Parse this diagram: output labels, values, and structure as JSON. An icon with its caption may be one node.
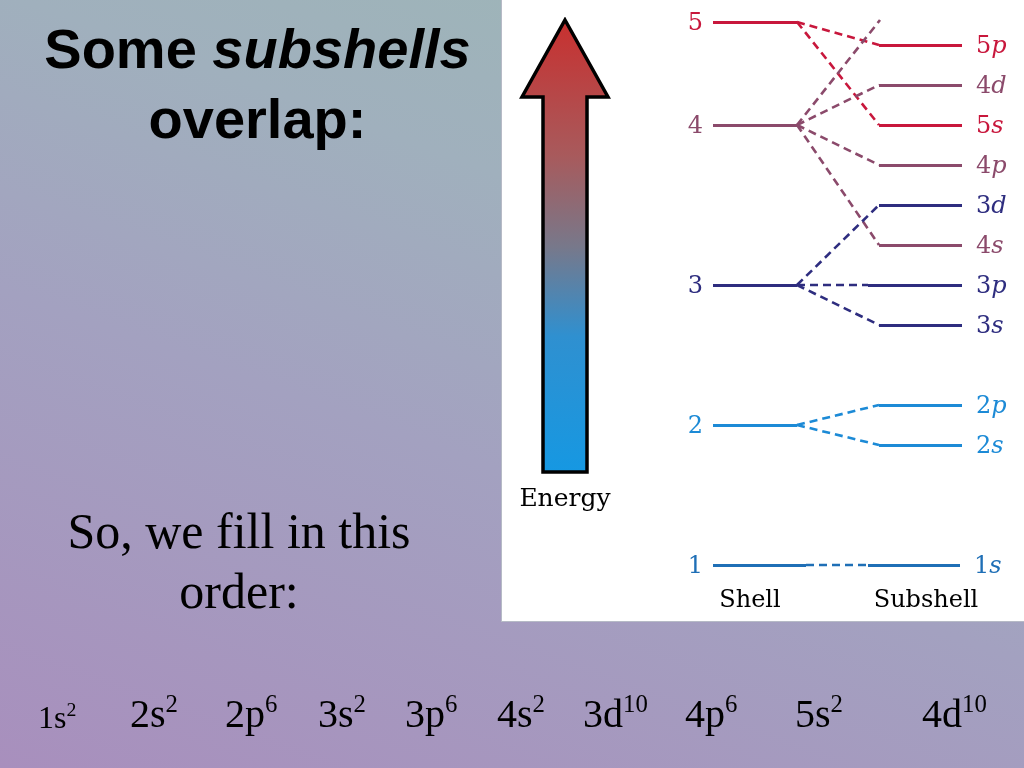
{
  "diagram": {
    "title": "Some *subshells* overlap:",
    "nodes": [
      {
        "text": [],
        "shape": "bar",
        "beside": [
          "5"
        ]
      },
      {
        "text": [],
        "shape": "bar",
        "beside": [
          "5p"
        ]
      },
      {
        "text": [],
        "shape": "bar",
        "beside": [
          "4d"
        ]
      },
      {
        "text": [],
        "shape": "bar",
        "beside": [
          "4"
        ]
      },
      {
        "text": [],
        "shape": "bar",
        "beside": [
          "5s"
        ]
      },
      {
        "text": [],
        "shape": "bar",
        "beside": [
          "4p"
        ]
      },
      {
        "text": [],
        "shape": "bar",
        "beside": [
          "3d"
        ]
      },
      {
        "text": [],
        "shape": "bar",
        "beside": [
          "4s"
        ]
      },
      {
        "text": [],
        "shape": "bar",
        "beside": [
          "3"
        ]
      },
      {
        "text": [],
        "shape": "bar",
        "beside": [
          "3p"
        ]
      },
      {
        "text": [],
        "shape": "bar",
        "beside": [
          "3s"
        ]
      },
      {
        "text": [],
        "shape": "bar",
        "beside": [
          "2p"
        ]
      },
      {
        "text": [],
        "shape": "bar",
        "beside": [
          "2"
        ]
      },
      {
        "text": [],
        "shape": "bar",
        "beside": [
          "2s"
        ]
      },
      {
        "text": [],
        "shape": "bar",
        "beside": [
          "1"
        ]
      },
      {
        "text": [],
        "shape": "bar",
        "beside": [
          "1s"
        ]
      }
    ],
    "edges": [
      {
        "from": 0,
        "to": 1,
        "arrow": "none",
        "style": "dashed",
        "color": "#c8173c"
      },
      {
        "from": 0,
        "to": 4,
        "arrow": "none",
        "style": "dashed",
        "color": "#c8173c"
      },
      {
        "from": 3,
        "to": null,
        "arrow": "none",
        "style": "dashed"
      },
      {
        "from": 3,
        "to": 2,
        "arrow": "none",
        "style": "dashed"
      },
      {
        "from": 3,
        "to": 5,
        "arrow": "none",
        "style": "dashed"
      },
      {
        "from": 3,
        "to": 7,
        "arrow": "none",
        "style": "dashed"
      },
      {
        "from": 8,
        "to": 6,
        "arrow": "none",
        "style": "dashed",
        "color": "#2e2d7f"
      },
      {
        "from": 8,
        "to": 9,
        "arrow": "none",
        "style": "dashed",
        "color": "#2e2d7f"
      },
      {
        "from": 8,
        "to": 10,
        "arrow": "none",
        "style": "dashed",
        "color": "#2e2d7f"
      },
      {
        "from": 12,
        "to": 11,
        "arrow": "none",
        "style": "dashed",
        "color": "#1c8ad6"
      },
      {
        "from": 12,
        "to": 13,
        "arrow": "none",
        "style": "dashed",
        "color": "#1c8ad6"
      },
      {
        "from": 14,
        "to": 15,
        "arrow": "none",
        "style": "dashed",
        "color": "#1f6fb6"
      }
    ],
    "labels": [
      "Energy",
      "So, we fill in this order:",
      "Shell",
      "Subshell",
      "1s$^{2}$",
      "2s$^{2}$",
      "2p$^{6}$",
      "3s$^{2}$",
      "3p$^{6}$",
      "4s$^{2}$",
      "3d$^{10}$",
      "4p$^{6}$",
      "5s$^{2}$",
      "4d$^{10}$"
    ]
  }
}
